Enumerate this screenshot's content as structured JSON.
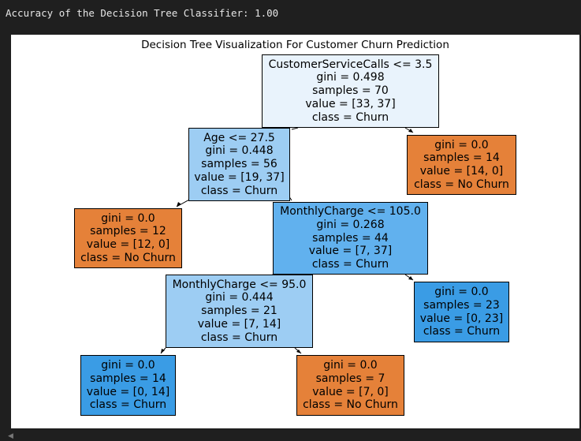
{
  "console": {
    "output": "Accuracy of the Decision Tree Classifier: 1.00"
  },
  "figure": {
    "title": "Decision Tree Visualization For Customer Churn Prediction"
  },
  "colors": {
    "churn_light": "#e9f3fc",
    "churn_mid": "#9dcdf3",
    "churn_strong": "#61b1ee",
    "churn_pure": "#3a9ce5",
    "nochurn_pure": "#e58139"
  },
  "tree": {
    "nodes": [
      {
        "id": "root",
        "lines": [
          "CustomerServiceCalls <= 3.5",
          "gini = 0.498",
          "samples = 70",
          "value = [33, 37]",
          "class = Churn"
        ],
        "color": "#e9f3fc"
      },
      {
        "id": "n1",
        "lines": [
          "Age <= 27.5",
          "gini = 0.448",
          "samples = 56",
          "value = [19, 37]",
          "class = Churn"
        ],
        "color": "#9dcdf3"
      },
      {
        "id": "n2",
        "lines": [
          "gini = 0.0",
          "samples = 14",
          "value = [14, 0]",
          "class = No Churn"
        ],
        "color": "#e58139"
      },
      {
        "id": "n3",
        "lines": [
          "gini = 0.0",
          "samples = 12",
          "value = [12, 0]",
          "class = No Churn"
        ],
        "color": "#e58139"
      },
      {
        "id": "n4",
        "lines": [
          "MonthlyCharge <= 105.0",
          "gini = 0.268",
          "samples = 44",
          "value = [7, 37]",
          "class = Churn"
        ],
        "color": "#61b1ee"
      },
      {
        "id": "n5",
        "lines": [
          "MonthlyCharge <= 95.0",
          "gini = 0.444",
          "samples = 21",
          "value = [7, 14]",
          "class = Churn"
        ],
        "color": "#9dcdf3"
      },
      {
        "id": "n6",
        "lines": [
          "gini = 0.0",
          "samples = 23",
          "value = [0, 23]",
          "class = Churn"
        ],
        "color": "#3a9ce5"
      },
      {
        "id": "n7",
        "lines": [
          "gini = 0.0",
          "samples = 14",
          "value = [0, 14]",
          "class = Churn"
        ],
        "color": "#3a9ce5"
      },
      {
        "id": "n8",
        "lines": [
          "gini = 0.0",
          "samples = 7",
          "value = [7, 0]",
          "class = No Churn"
        ],
        "color": "#e58139"
      }
    ]
  }
}
